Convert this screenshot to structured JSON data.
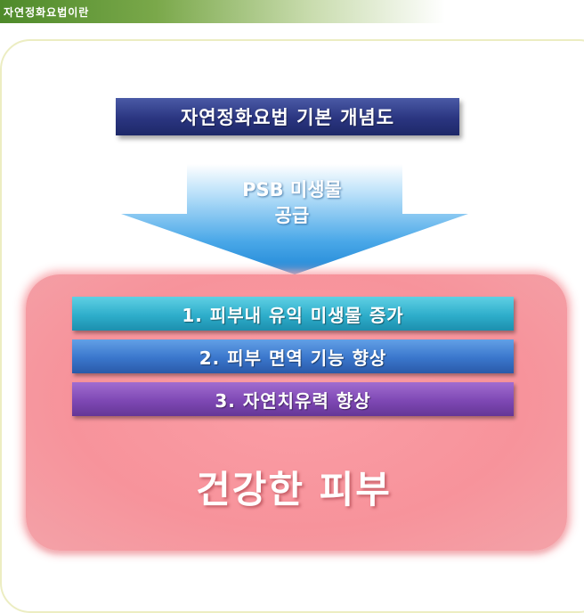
{
  "header": {
    "title": "자연정화요법이란"
  },
  "diagram": {
    "title": "자연정화요법 기본 개념도",
    "arrow": {
      "line1": "PSB 미생물",
      "line2": "공급"
    },
    "items": [
      {
        "label": "1. 피부내 유익 미생물 증가"
      },
      {
        "label": "2. 피부 면역 기능 향상"
      },
      {
        "label": "3. 자연치유력 향상"
      }
    ],
    "result": "건강한 피부"
  },
  "colors": {
    "header_green": "#4e8a2a",
    "title_navy": "#2a3580",
    "arrow_blue": "#3fa3e4",
    "pink_box": "#f7939b",
    "item1_teal": "#2eaecb",
    "item2_blue": "#3a76cc",
    "item3_purple": "#7e48b4"
  }
}
